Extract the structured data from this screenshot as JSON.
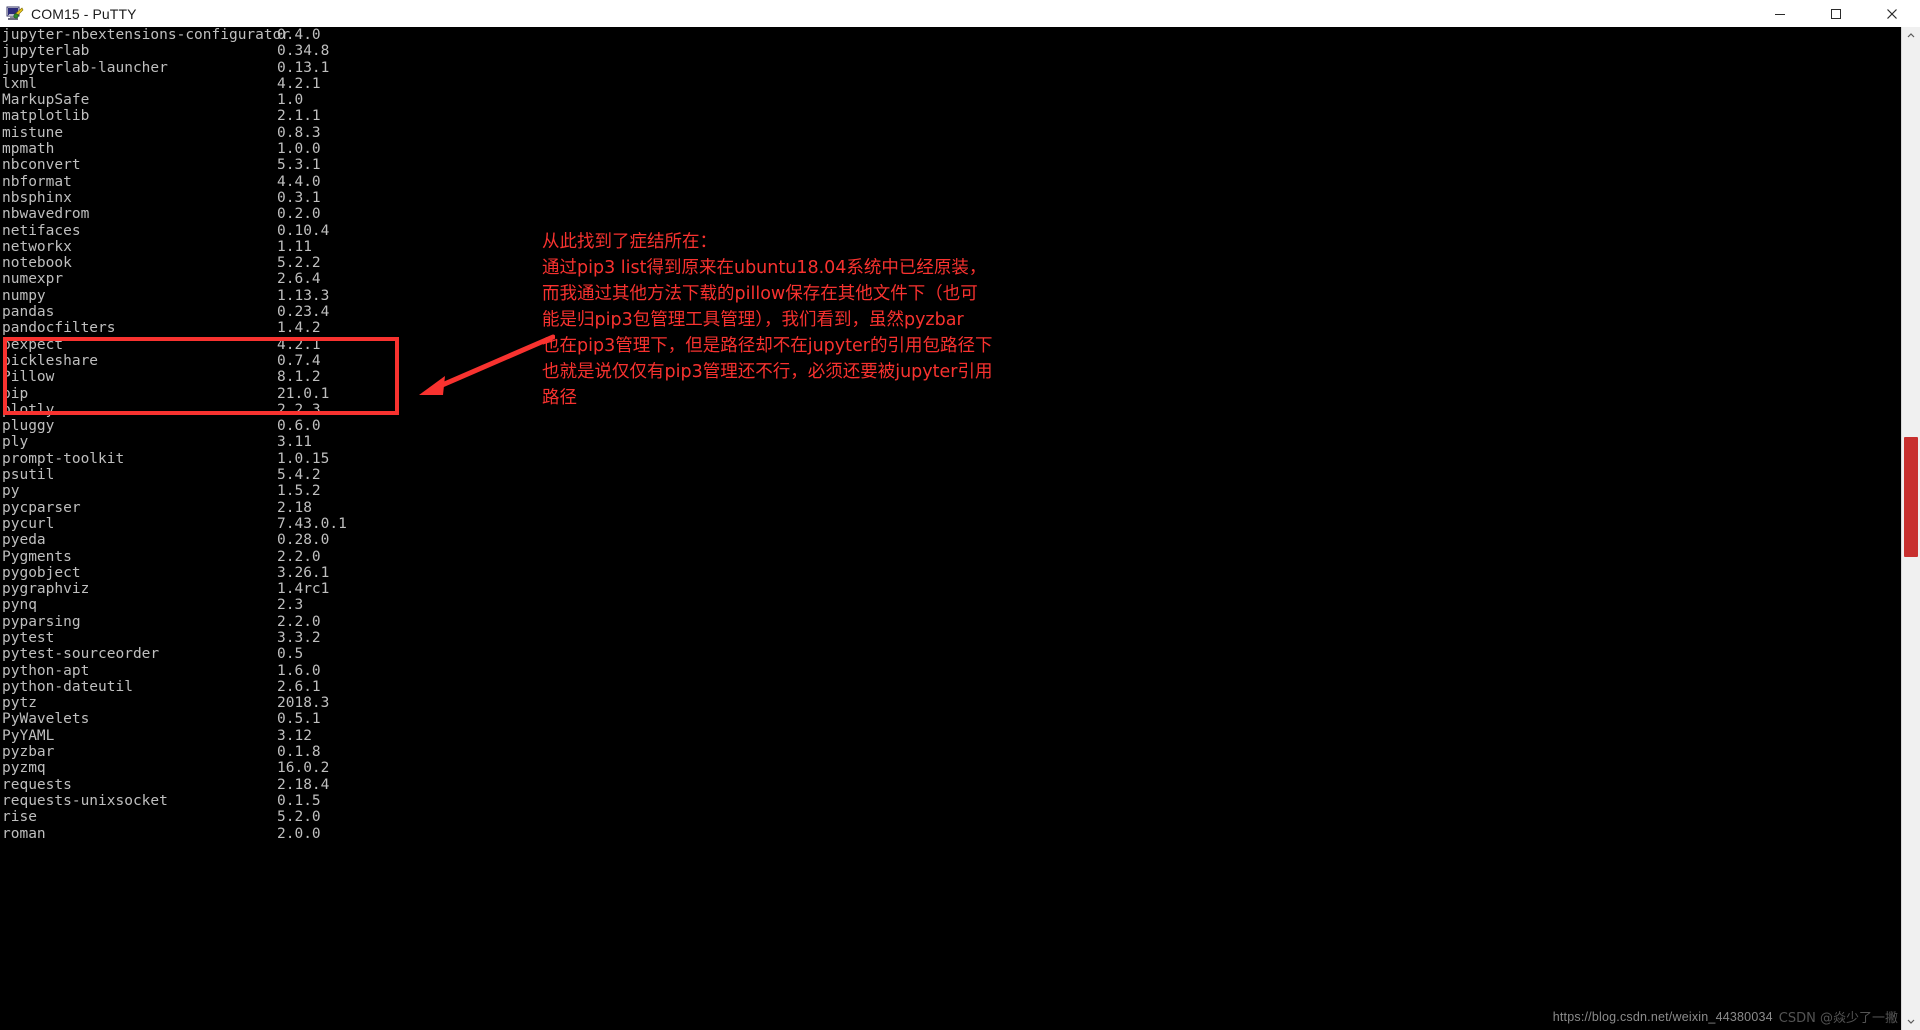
{
  "window": {
    "title": "COM15 - PuTTY",
    "icon": "putty-icon",
    "controls": {
      "minimize": "minimize-icon",
      "maximize": "maximize-icon",
      "close": "close-icon"
    }
  },
  "terminal": {
    "packages": [
      {
        "name": "jupyter-nbextensions-configurator",
        "version": "0.4.0"
      },
      {
        "name": "jupyterlab",
        "version": "0.34.8"
      },
      {
        "name": "jupyterlab-launcher",
        "version": "0.13.1"
      },
      {
        "name": "lxml",
        "version": "4.2.1"
      },
      {
        "name": "MarkupSafe",
        "version": "1.0"
      },
      {
        "name": "matplotlib",
        "version": "2.1.1"
      },
      {
        "name": "mistune",
        "version": "0.8.3"
      },
      {
        "name": "mpmath",
        "version": "1.0.0"
      },
      {
        "name": "nbconvert",
        "version": "5.3.1"
      },
      {
        "name": "nbformat",
        "version": "4.4.0"
      },
      {
        "name": "nbsphinx",
        "version": "0.3.1"
      },
      {
        "name": "nbwavedrom",
        "version": "0.2.0"
      },
      {
        "name": "netifaces",
        "version": "0.10.4"
      },
      {
        "name": "networkx",
        "version": "1.11"
      },
      {
        "name": "notebook",
        "version": "5.2.2"
      },
      {
        "name": "numexpr",
        "version": "2.6.4"
      },
      {
        "name": "numpy",
        "version": "1.13.3"
      },
      {
        "name": "pandas",
        "version": "0.23.4"
      },
      {
        "name": "pandocfilters",
        "version": "1.4.2"
      },
      {
        "name": "pexpect",
        "version": "4.2.1"
      },
      {
        "name": "pickleshare",
        "version": "0.7.4"
      },
      {
        "name": "Pillow",
        "version": "8.1.2"
      },
      {
        "name": "pip",
        "version": "21.0.1"
      },
      {
        "name": "plotly",
        "version": "2.2.3"
      },
      {
        "name": "pluggy",
        "version": "0.6.0"
      },
      {
        "name": "ply",
        "version": "3.11"
      },
      {
        "name": "prompt-toolkit",
        "version": "1.0.15"
      },
      {
        "name": "psutil",
        "version": "5.4.2"
      },
      {
        "name": "py",
        "version": "1.5.2"
      },
      {
        "name": "pycparser",
        "version": "2.18"
      },
      {
        "name": "pycurl",
        "version": "7.43.0.1"
      },
      {
        "name": "pyeda",
        "version": "0.28.0"
      },
      {
        "name": "Pygments",
        "version": "2.2.0"
      },
      {
        "name": "pygobject",
        "version": "3.26.1"
      },
      {
        "name": "pygraphviz",
        "version": "1.4rc1"
      },
      {
        "name": "pynq",
        "version": "2.3"
      },
      {
        "name": "pyparsing",
        "version": "2.2.0"
      },
      {
        "name": "pytest",
        "version": "3.3.2"
      },
      {
        "name": "pytest-sourceorder",
        "version": "0.5"
      },
      {
        "name": "python-apt",
        "version": "1.6.0"
      },
      {
        "name": "python-dateutil",
        "version": "2.6.1"
      },
      {
        "name": "pytz",
        "version": "2018.3"
      },
      {
        "name": "PyWavelets",
        "version": "0.5.1"
      },
      {
        "name": "PyYAML",
        "version": "3.12"
      },
      {
        "name": "pyzbar",
        "version": "0.1.8"
      },
      {
        "name": "pyzmq",
        "version": "16.0.2"
      },
      {
        "name": "requests",
        "version": "2.18.4"
      },
      {
        "name": "requests-unixsocket",
        "version": "0.1.5"
      },
      {
        "name": "rise",
        "version": "5.2.0"
      },
      {
        "name": "roman",
        "version": "2.0.0"
      }
    ]
  },
  "annotation": {
    "color": "#f8322f",
    "lines": [
      "从此找到了症结所在：",
      "通过pip3 list得到原来在ubuntu18.04系统中已经原装，",
      "而我通过其他方法下载的pillow保存在其他文件下（也可",
      "能是归pip3包管理工具管理），我们看到，虽然pyzbar",
      "也在pip3管理下，但是路径却不在jupyter的引用包路径下",
      "也就是说仅仅有pip3管理还不行，必须还要被jupyter引用",
      "路径"
    ]
  },
  "highlight": {
    "name": "red-highlight-box",
    "color": "#f8322f",
    "rows": [
      "pexpect",
      "pickleshare",
      "Pillow",
      "pip",
      "plotly"
    ]
  },
  "scrollbar": {
    "thumb_color": "#c8302f",
    "up_arrow": "chevron-up-icon",
    "down_arrow": "chevron-down-icon"
  },
  "watermark": {
    "url": "https://blog.csdn.net/weixin_44380034",
    "logo": "CSDN @焱少了一撇"
  }
}
